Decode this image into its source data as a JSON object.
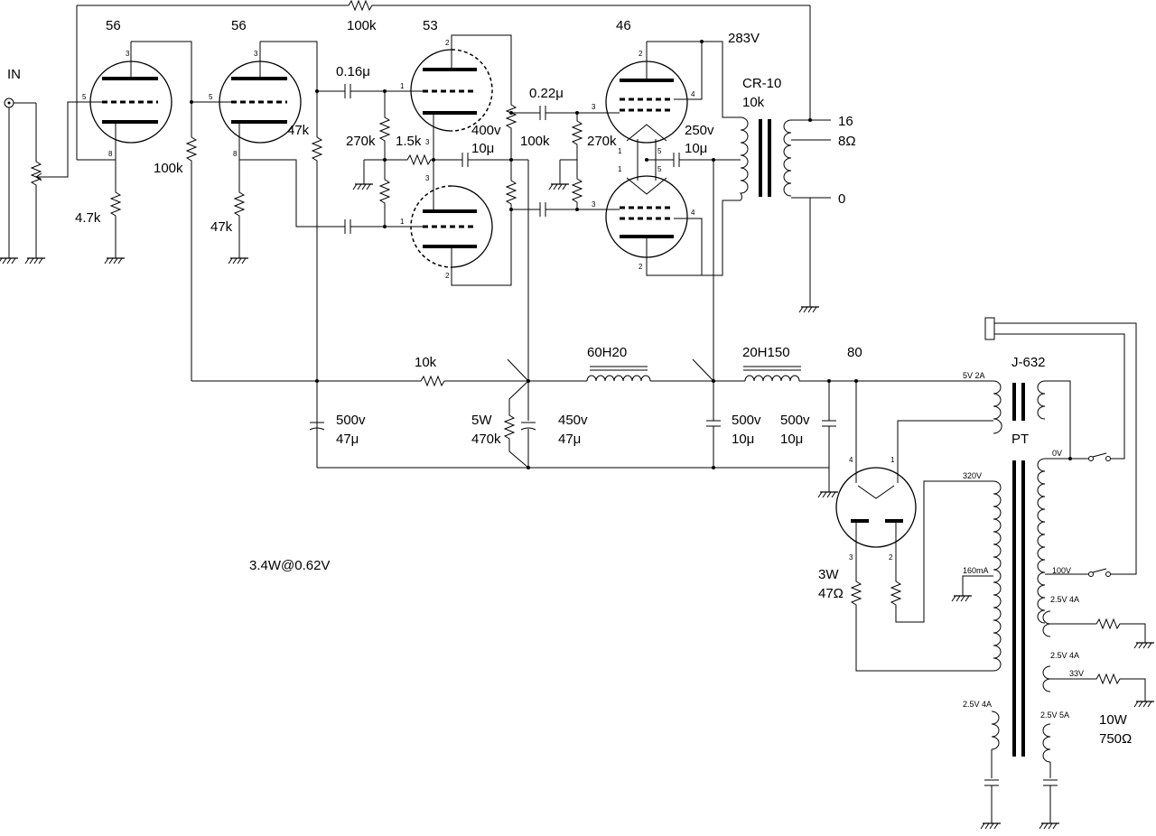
{
  "tubes": {
    "v1": "56",
    "v2": "56",
    "v3": "53",
    "v4": "46",
    "rect": "80"
  },
  "input": {
    "label": "IN"
  },
  "components": {
    "r_feedback": "100k",
    "r_cath_v1": "4.7k",
    "r_plate_v1": "100k",
    "r_cath_v2": "47k",
    "r_plate_v2": "47k",
    "c_couple1": "0.16μ",
    "r_grid53": "270k",
    "r_cath53": "1.5k",
    "c_cath53_v": "400v",
    "c_cath53_c": "10μ",
    "r_plate53": "100k",
    "c_couple2": "0.22μ",
    "r_grid46": "270k",
    "c_cath46_v": "250v",
    "c_cath46_c": "10μ",
    "b_plus": "283V",
    "r_dropper": "10k",
    "choke1": "60H20",
    "choke2": "20H150",
    "r_bleeder_w": "5W",
    "r_bleeder": "470k",
    "c_f1_v": "500v",
    "c_f1_c": "47μ",
    "c_f2_v": "450v",
    "c_f2_c": "47μ",
    "c_f3_v": "500v",
    "c_f3_c": "10μ",
    "c_f4_v": "500v",
    "c_f4_c": "10μ",
    "r_80_w": "3W",
    "r_80": "47Ω",
    "r_hum_w": "10W",
    "r_hum": "750Ω"
  },
  "opt": {
    "name": "CR-10",
    "imp": "10k",
    "tap16": "16",
    "tap8": "8Ω",
    "tap0": "0"
  },
  "pt": {
    "name": "J-632",
    "label": "PT",
    "w_5v": "5V 2A",
    "w_0v": "0V",
    "w_100v": "100V",
    "w_320v": "320V",
    "w_160ma": "160mA",
    "w_h1": "2.5V 4A",
    "w_h2": "2.5V 4A",
    "w_33v": "33V",
    "w_h3": "2.5V 4A",
    "w_h4": "2.5V 5A"
  },
  "note": "3.4W@0.62V",
  "pins": {
    "p1": "1",
    "p2": "2",
    "p3": "3",
    "p4": "4",
    "p5": "5",
    "p8": "8"
  }
}
